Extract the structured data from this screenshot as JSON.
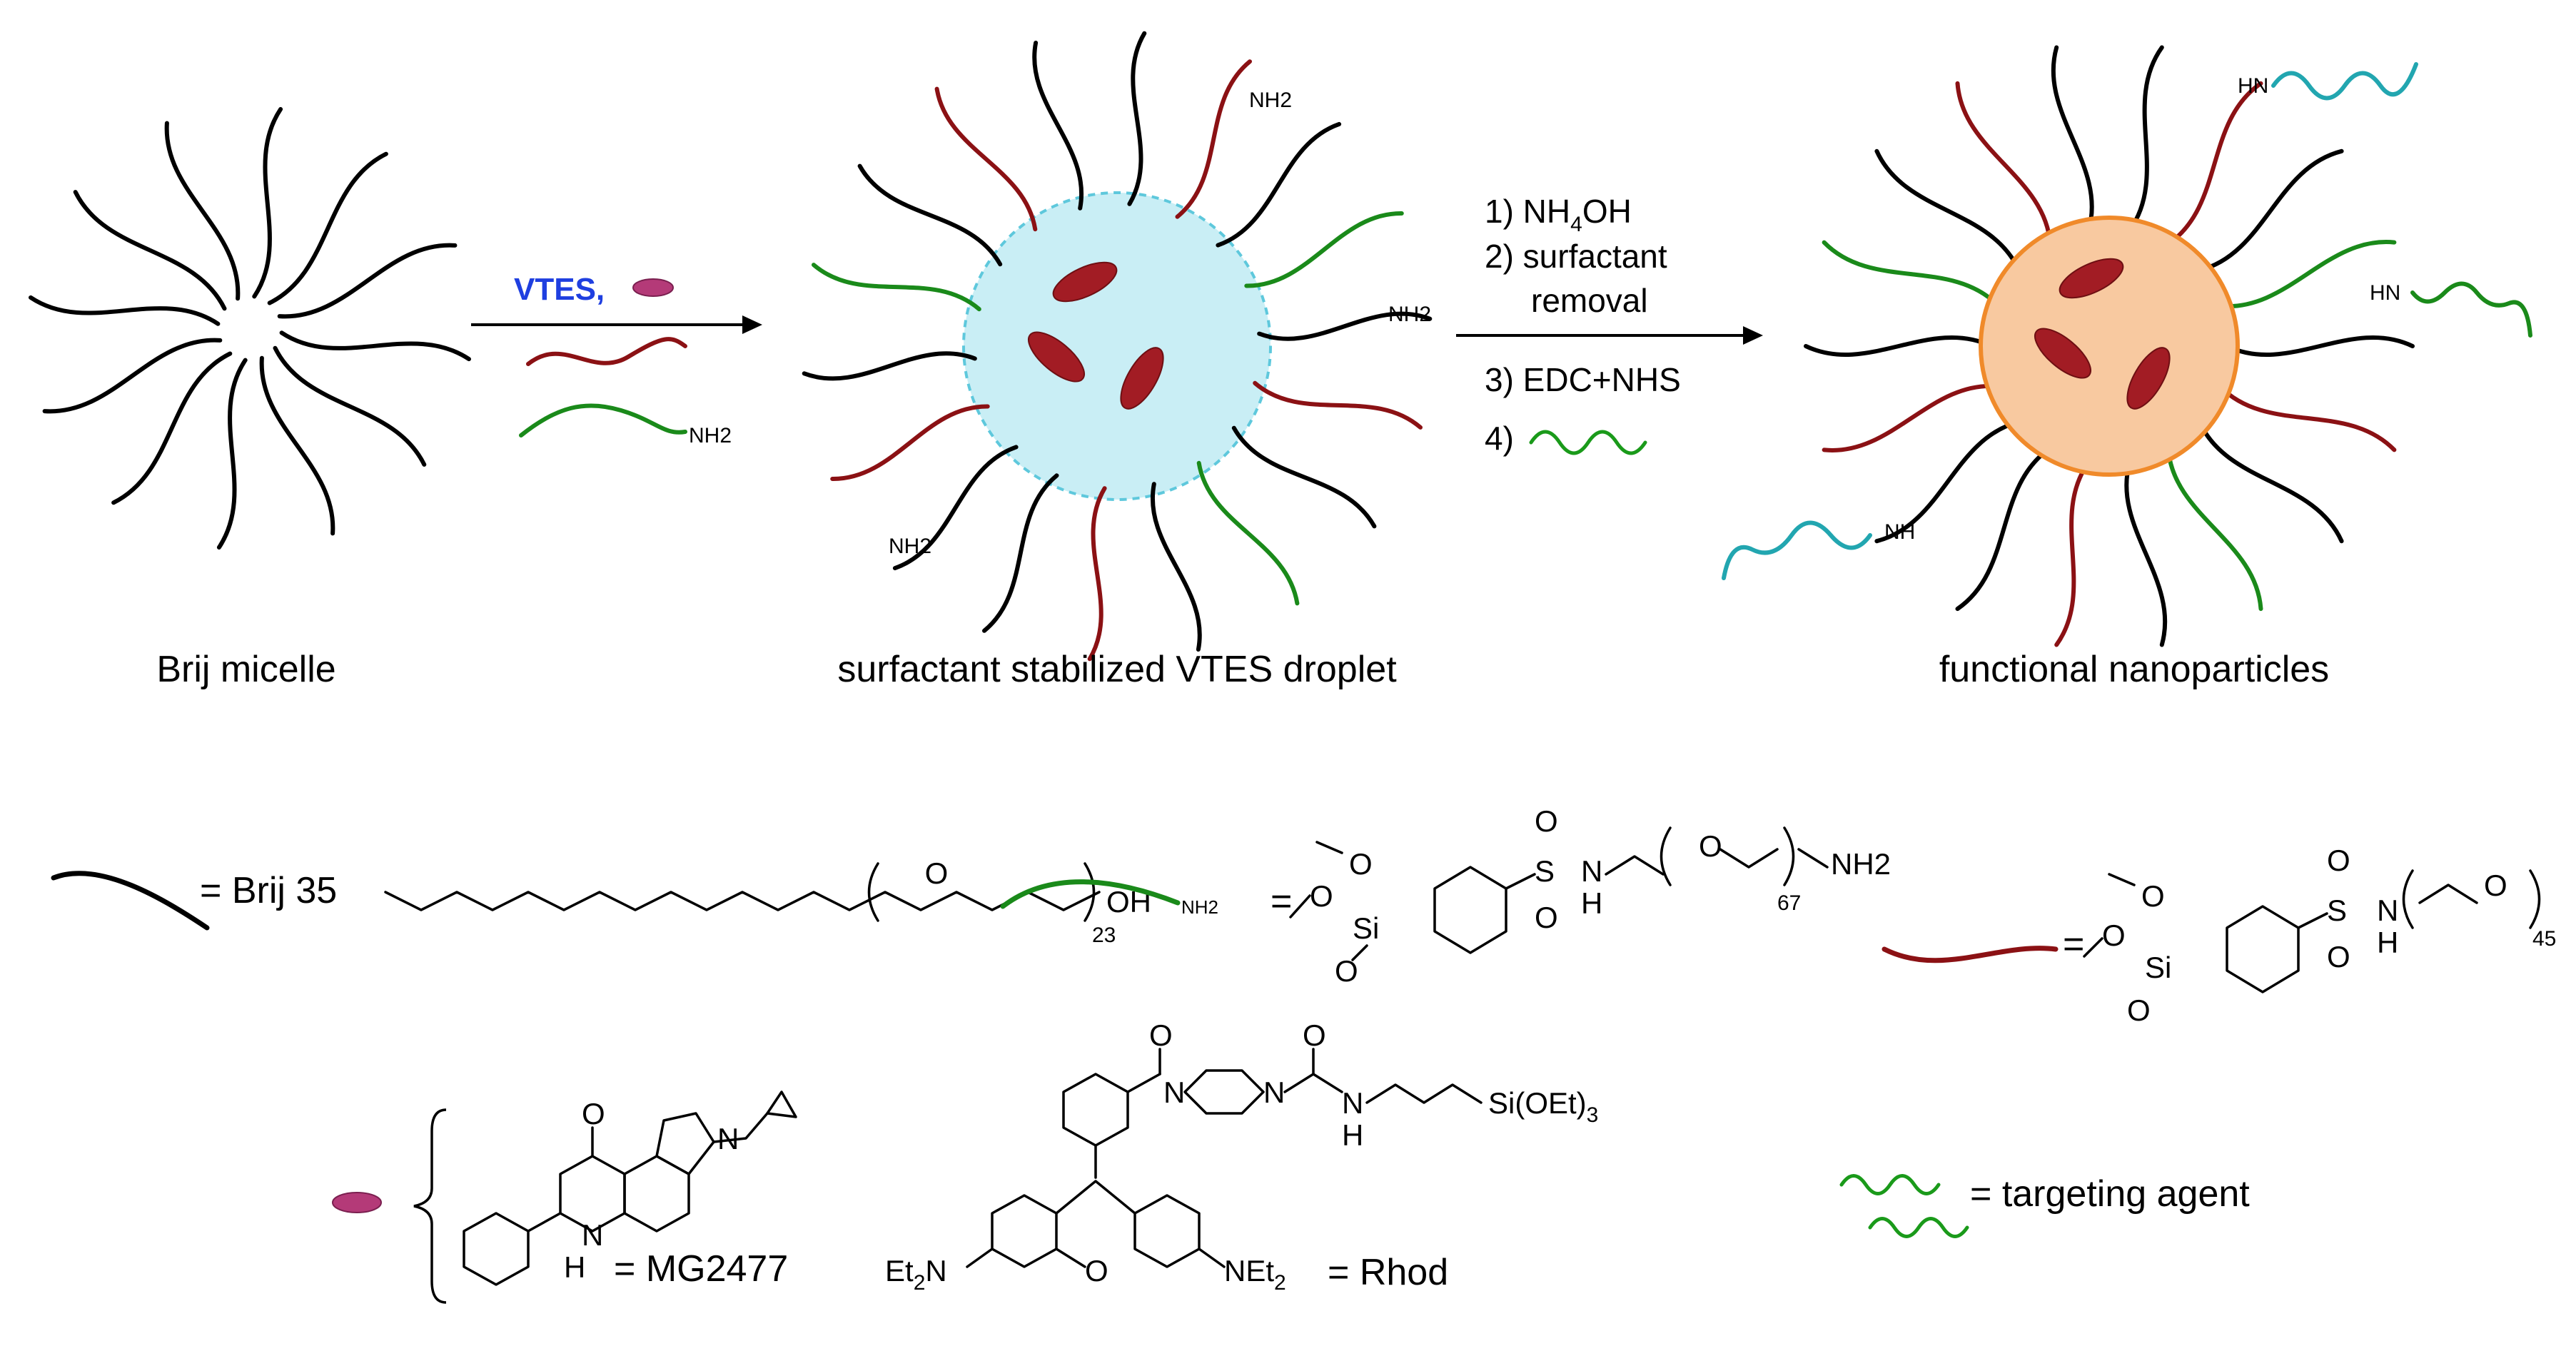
{
  "colors": {
    "black_chain": "#000000",
    "red_chain": "#8b1114",
    "green_chain": "#1a8a1a",
    "cyan_chain": "#22a6b0",
    "droplet_fill": "#c9eef5",
    "droplet_border": "#5ec8dc",
    "particle_fill": "#f8c9a0",
    "particle_border": "#f08a2a",
    "drug_fill": "#a21c24",
    "vtes_text": "#1f3fe0"
  },
  "stages": {
    "micelle_label": "Brij micelle",
    "droplet_label": "surfactant stabilized VTES droplet",
    "nanoparticle_label": "functional nanoparticles"
  },
  "step1": {
    "reagent": "VTES,",
    "amine_label": "NH2"
  },
  "step2": {
    "line1_main": "1) NH",
    "line1_sub": "4",
    "line1_end": "OH",
    "line2a": "2) surfactant",
    "line2b": "removal",
    "line3": "3) EDC+NHS",
    "line4": "4)"
  },
  "droplet_labels": {
    "nh2": "NH2"
  },
  "particle_labels": {
    "hn": "HN",
    "nh": "NH"
  },
  "legend_brij": {
    "equals": "= Brij 35",
    "o": "O",
    "n23": "23",
    "oh": "OH"
  },
  "legend_green": {
    "nh2_small": "NH2",
    "equals": "=",
    "o": "O",
    "si": "Si",
    "s": "S",
    "n": "N",
    "h": "H",
    "n67": "67",
    "nh2": "NH2"
  },
  "legend_red": {
    "equals": "=",
    "o": "O",
    "si": "Si",
    "s": "S",
    "n": "N",
    "h": "H",
    "n45": "45"
  },
  "legend_drugs": {
    "mg_o": "O",
    "mg_n": "N",
    "mg_nh": "N",
    "mg_h": "H",
    "mg_eq": "=   MG2477",
    "rh_o1": "O",
    "rh_o2": "O",
    "rh_n1": "N",
    "rh_n2": "N",
    "rh_n3": "N",
    "rh_h": "H",
    "rh_si": "Si(OEt)",
    "rh_si_sub": "3",
    "rh_ring_o": "O",
    "rh_net_left": "Et",
    "rh_net_left_sub": "2",
    "rh_net_left_n": "N",
    "rh_net_right": "NEt",
    "rh_net_right_sub": "2",
    "rh_eq": "= Rhod"
  },
  "legend_targeting": {
    "label": "=   targeting agent"
  }
}
